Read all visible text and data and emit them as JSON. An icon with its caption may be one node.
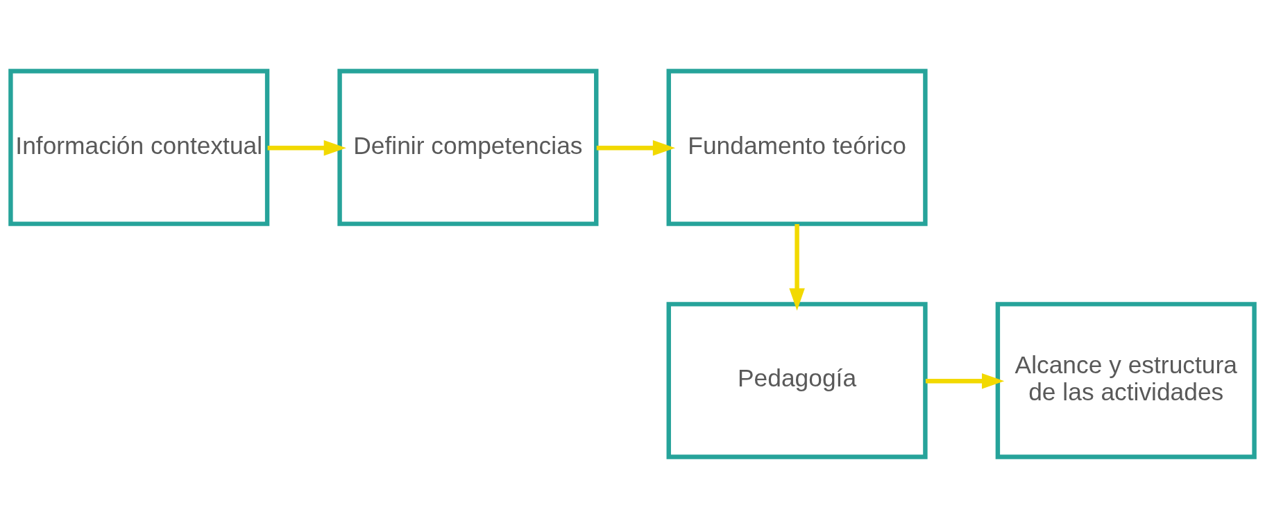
{
  "diagram": {
    "nodes": [
      {
        "text": [
          "Información contextual"
        ]
      },
      {
        "text": [
          "Definir competencias"
        ]
      },
      {
        "text": [
          "Fundamento teórico"
        ]
      },
      {
        "text": [
          "Pedagogía"
        ]
      },
      {
        "text": [
          "Alcance y estructura de las actividades"
        ]
      }
    ],
    "edges": [
      {
        "from": 0,
        "to": 1,
        "arrow": "to"
      },
      {
        "from": 1,
        "to": 2,
        "arrow": "to"
      },
      {
        "from": 2,
        "to": 3,
        "arrow": "to"
      },
      {
        "from": 3,
        "to": 4,
        "arrow": "to"
      }
    ]
  }
}
